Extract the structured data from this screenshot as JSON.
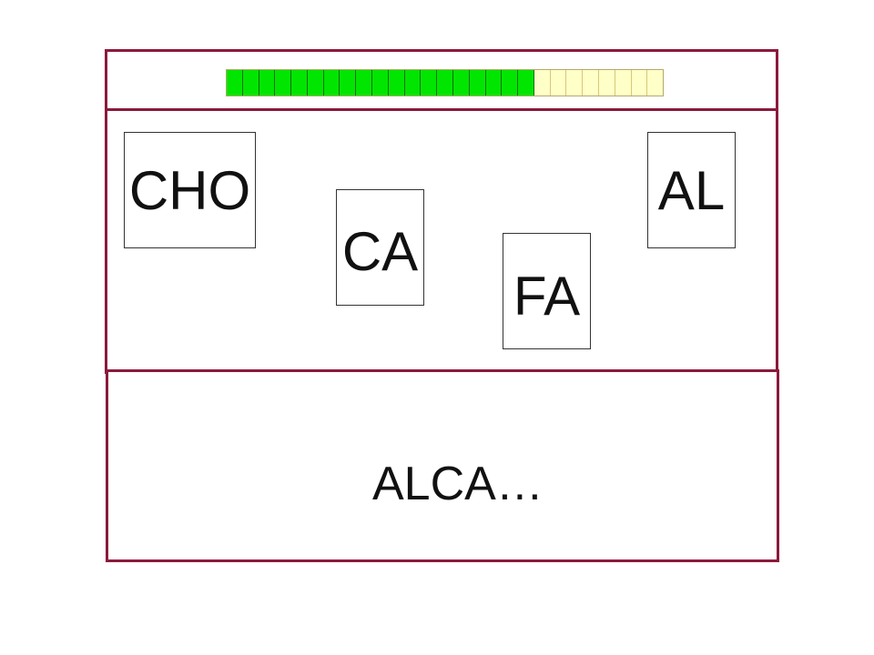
{
  "progress": {
    "total_segments": 27,
    "filled_segments": 19,
    "filled_color": "#00e600",
    "empty_color": "#ffffc8"
  },
  "cards": [
    {
      "id": "cho",
      "label": "CHO"
    },
    {
      "id": "ca",
      "label": "CA"
    },
    {
      "id": "fa",
      "label": "FA"
    },
    {
      "id": "al",
      "label": "AL"
    }
  ],
  "answer": {
    "text": "ALCA…"
  },
  "colors": {
    "panel_border": "#8b1a3c"
  }
}
